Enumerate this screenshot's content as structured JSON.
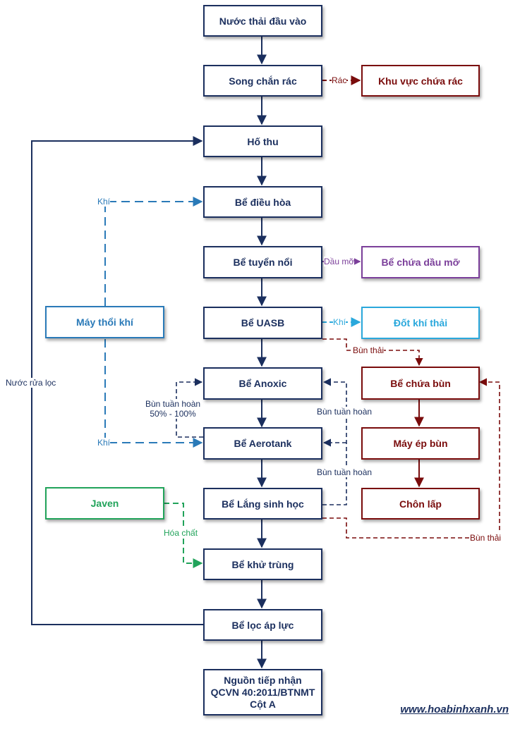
{
  "nodes": {
    "input": "Nước thải đầu vào",
    "screen": "Song chắn rác",
    "trash": "Khu vực chứa rác",
    "pit": "Hố thu",
    "equalization": "Bể điều hòa",
    "flotation": "Bể tuyển nổi",
    "oil_tank": "Bể chứa dầu mỡ",
    "blower": "Máy thổi khí",
    "uasb": "Bể UASB",
    "gas_burn": "Đốt khí thải",
    "anoxic": "Bể Anoxic",
    "sludge_tank": "Bể chứa bùn",
    "aerotank": "Bể Aerotank",
    "filter_press": "Máy ép bùn",
    "javen": "Javen",
    "clarifier": "Bể Lắng sinh học",
    "landfill": "Chôn lấp",
    "disinfection": "Bể khử trùng",
    "pressure_filter": "Bể lọc áp lực",
    "receiver": [
      "Nguồn tiếp nhận",
      "QCVN  40:2011/BTNMT",
      "Cột A"
    ]
  },
  "labels": {
    "trash": "Rác",
    "oil": "Dầu mỡ",
    "gas": "Khí",
    "sludge_waste_1": "Bùn thải",
    "sludge_waste_2": "Bùn thải",
    "air_1": "Khí",
    "air_2": "Khí",
    "recirc_internal": [
      "Bùn tuần hoàn",
      "50% - 100%"
    ],
    "recirc_1": "Bùn tuần hoàn",
    "recirc_2": "Bùn tuần hoàn",
    "backwash": "Nước rửa lọc",
    "chemical": "Hóa chất"
  },
  "watermark": "www.hoabinhxanh.vn",
  "colors": {
    "main": "#1b2f5e",
    "sludge": "#7a0c0c",
    "oil": "#7b3f9a",
    "gas": "#2aa8dc",
    "air": "#2a7ab8",
    "chemical": "#21a35a"
  }
}
